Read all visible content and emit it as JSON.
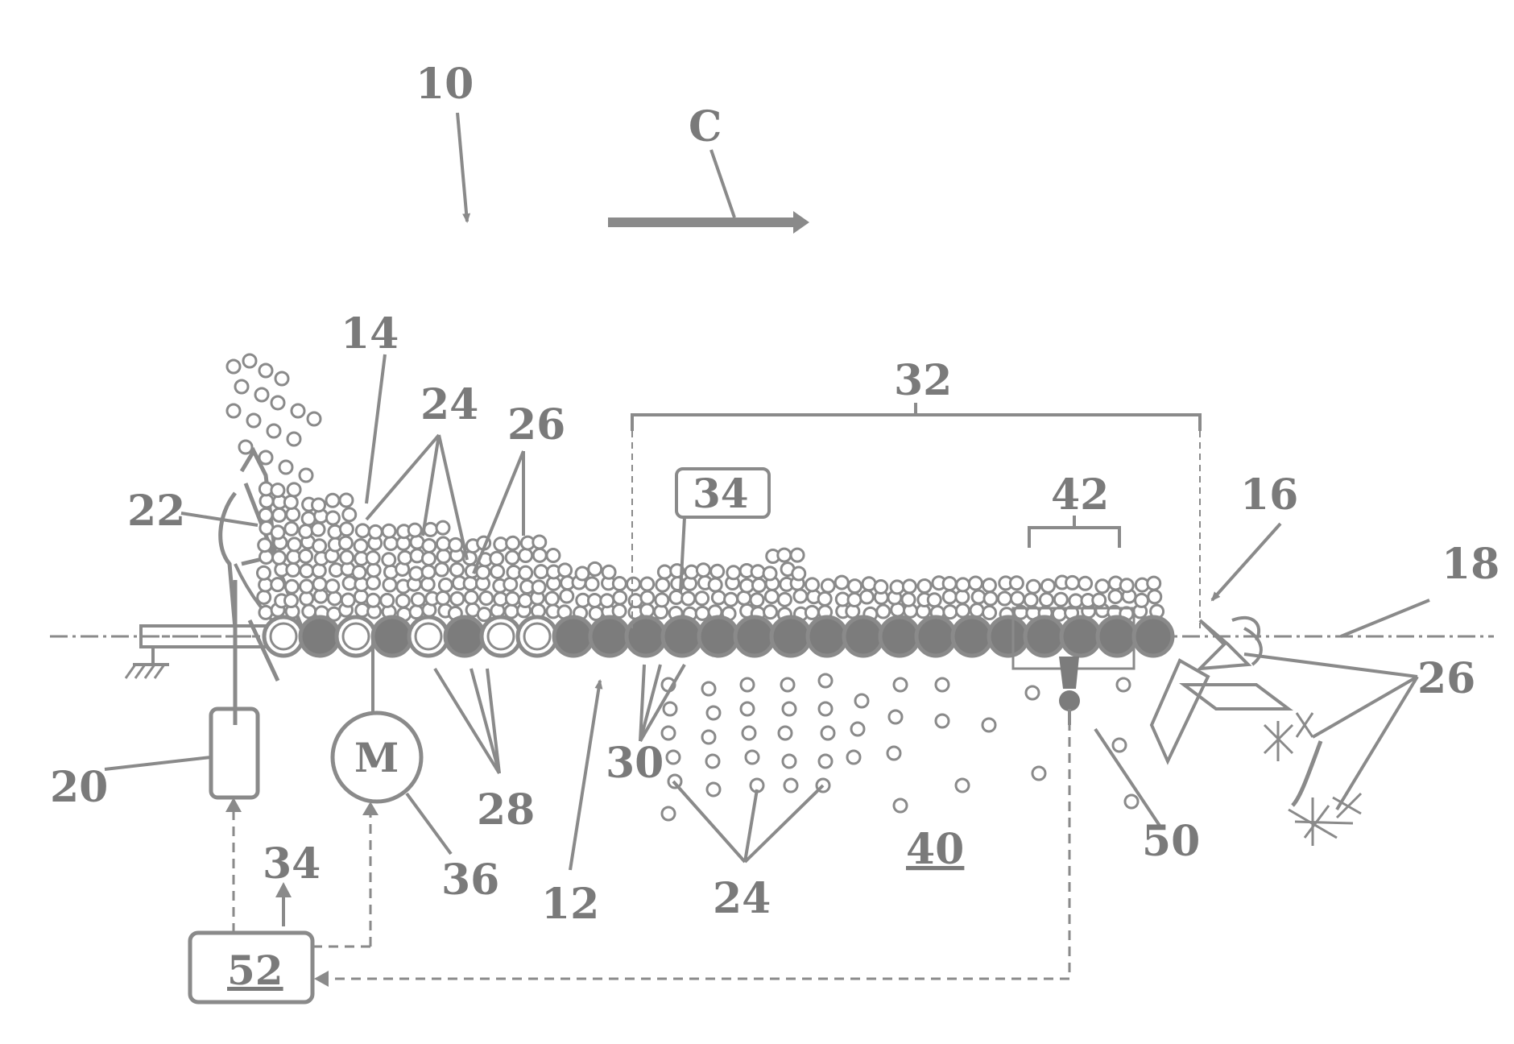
{
  "figure": {
    "ref_10": "10",
    "direction_label": "C",
    "ref_12": "12",
    "ref_14": "14",
    "ref_16": "16",
    "ref_18": "18",
    "ref_20": "20",
    "ref_22": "22",
    "ref_24_top": "24",
    "ref_24_bottom": "24",
    "ref_26_top": "26",
    "ref_26_right": "26",
    "ref_28": "28",
    "ref_30": "30",
    "ref_32": "32",
    "ref_34_box": "34",
    "ref_34_arrow": "34",
    "ref_36": "36",
    "ref_40": "40",
    "ref_42": "42",
    "ref_50": "50",
    "ref_52": "52",
    "motor_label": "M"
  },
  "colors": {
    "line": "#8a8a8a",
    "roller_fill": "#7c7c7c",
    "text": "#7a7a7a"
  }
}
